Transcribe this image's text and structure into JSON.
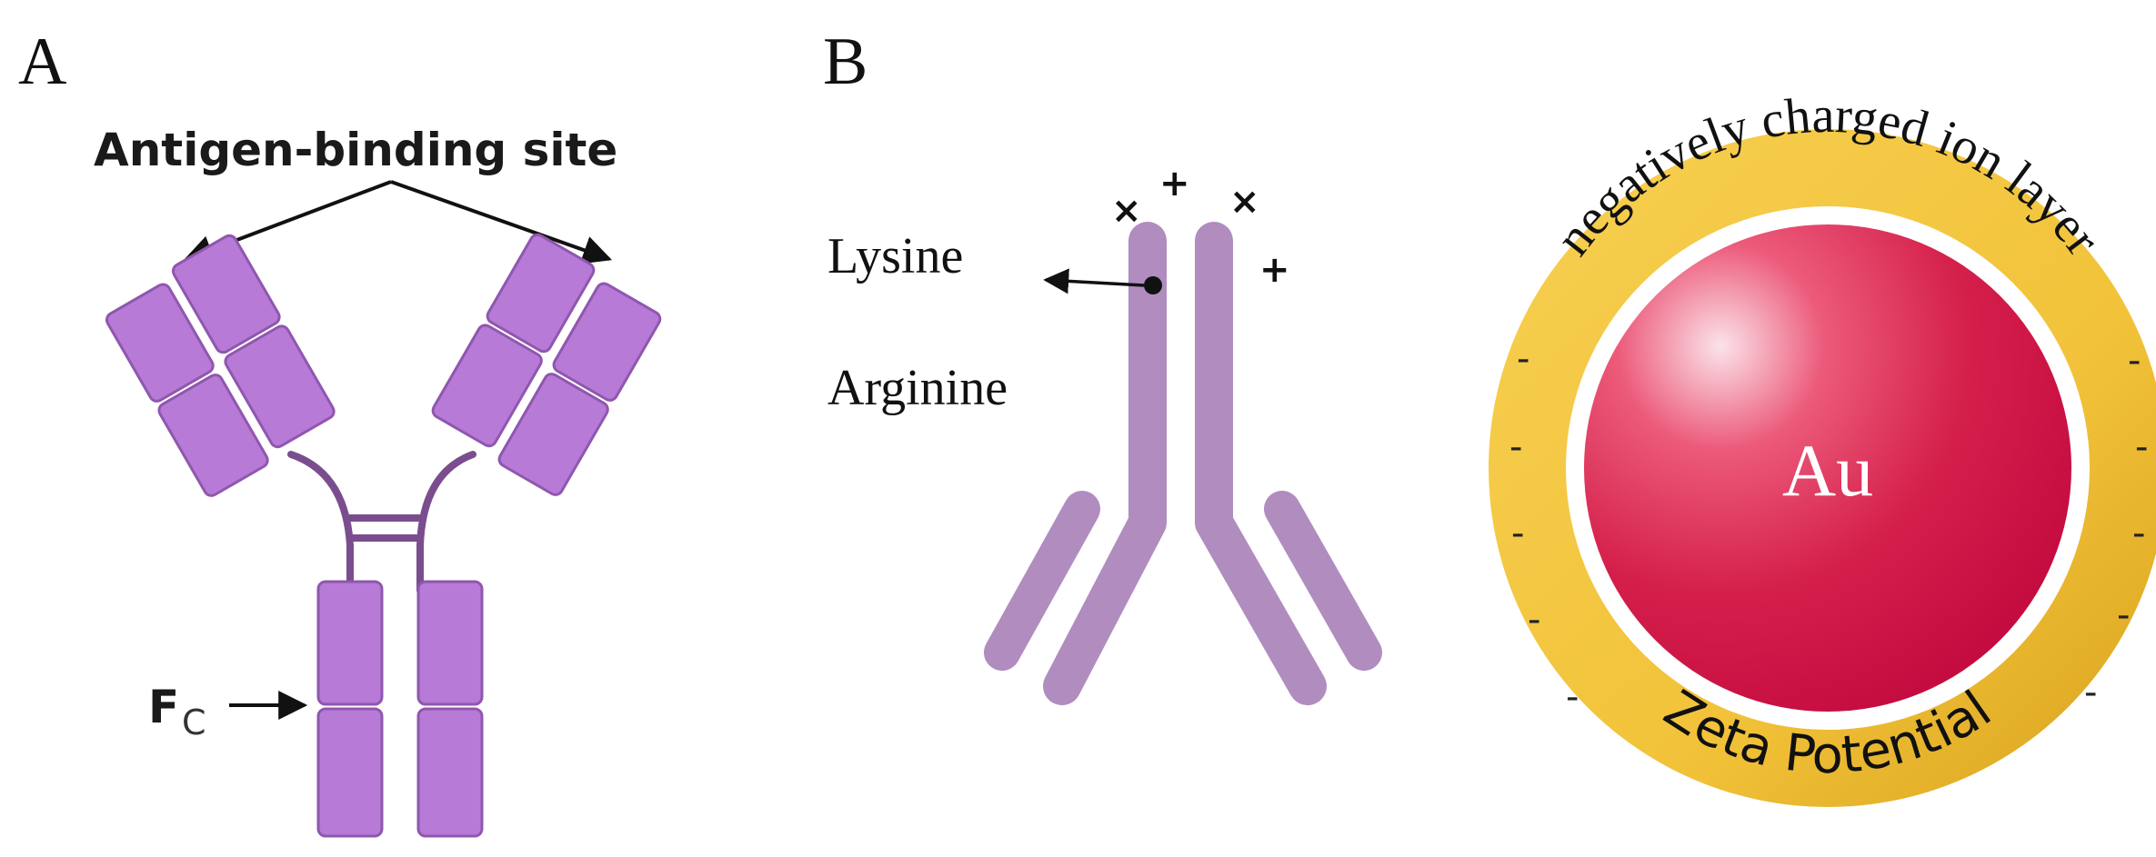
{
  "panels": {
    "a": {
      "letter": "A",
      "antigen_label": "Antigen-binding site",
      "fc_label_main": "F",
      "fc_label_sub": "C"
    },
    "b": {
      "letter": "B",
      "lysine_label": "Lysine",
      "arginine_label": "Arginine",
      "charge_x": "×",
      "charge_plus": "+",
      "ring_top_text": "negatively charged ion layer",
      "ring_bottom_text": "Zeta Potential",
      "core_label": "Au",
      "dash": "-"
    }
  },
  "colors": {
    "antibody_a": "#b77ad6",
    "antibody_a_edge": "#9a5fbc",
    "hinge": "#7a4e8e",
    "antibody_b": "#b08cbf",
    "ring_gold": "#f3c53e",
    "ring_gold_dark": "#d9a520",
    "au_red": "#d41f4b",
    "au_highlight": "#f7c9d4"
  }
}
